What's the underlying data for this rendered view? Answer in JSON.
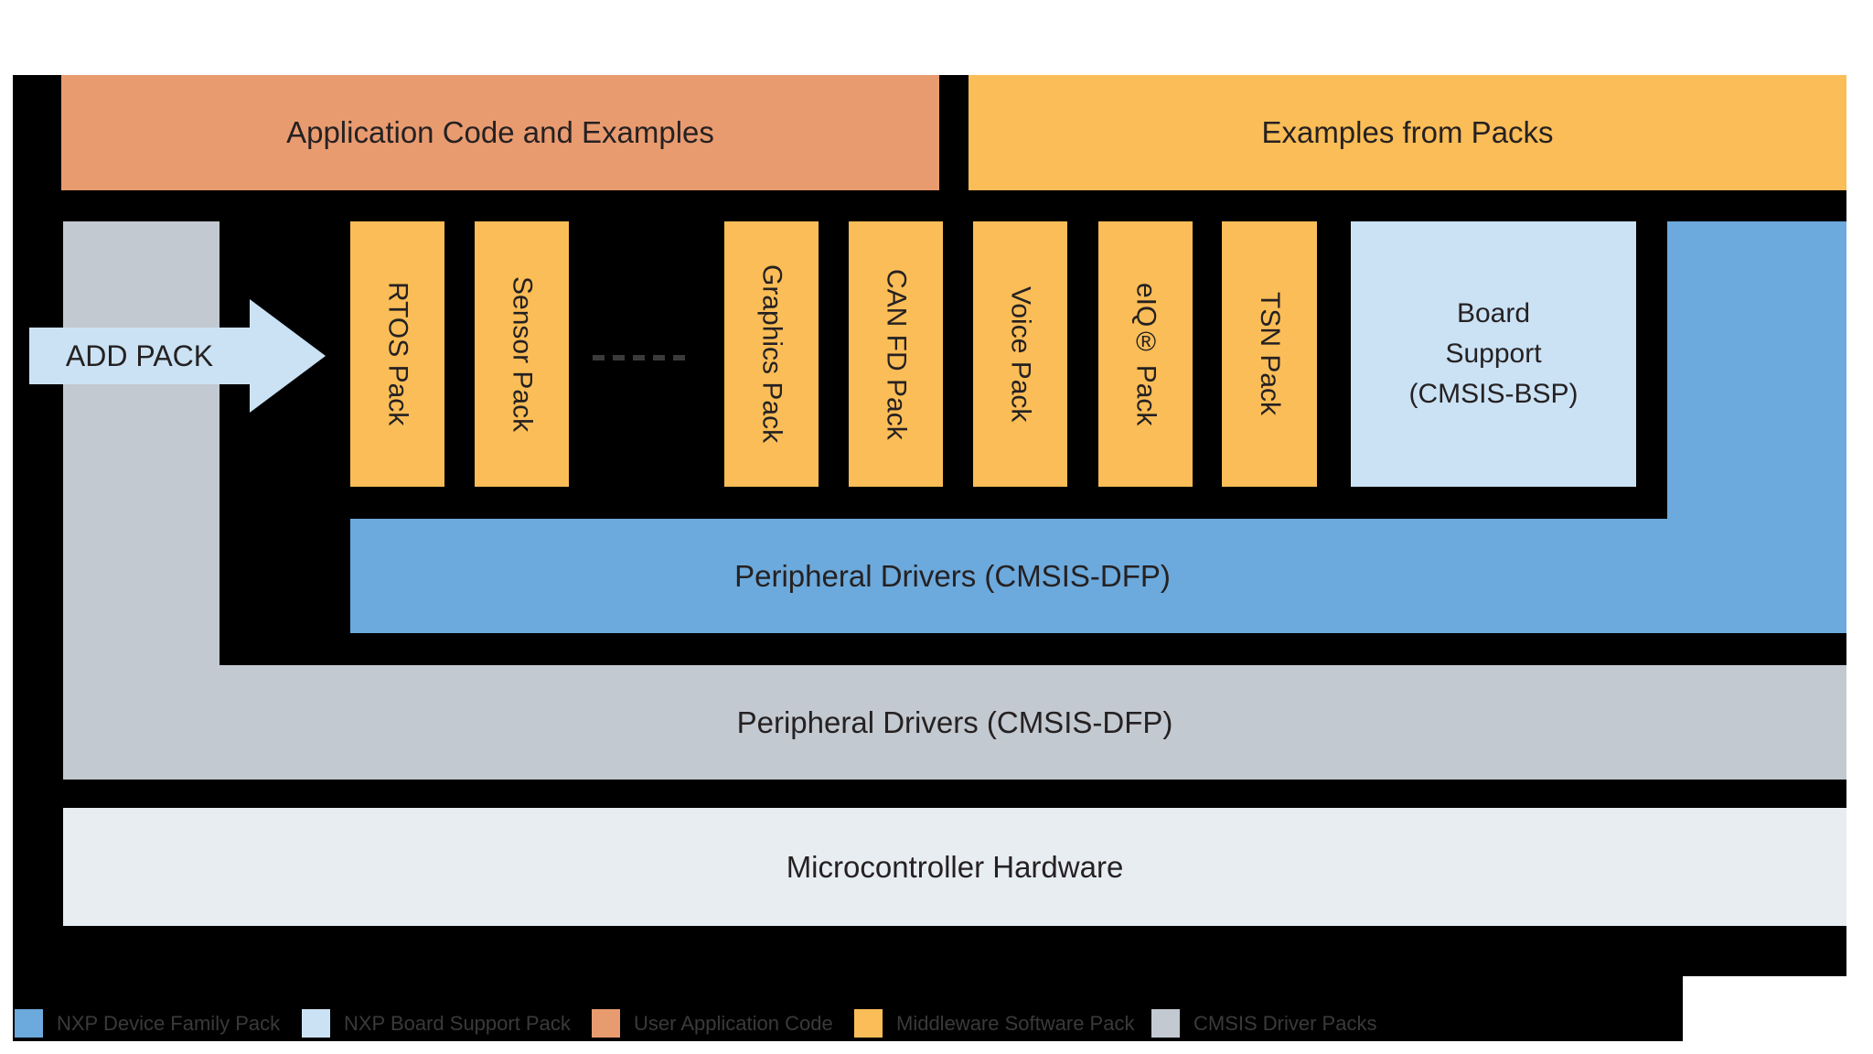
{
  "headers": {
    "app_code": "Application Code and Examples",
    "examples": "Examples from Packs"
  },
  "arrow": {
    "label": "ADD PACK"
  },
  "packs": [
    {
      "label": "RTOS Pack"
    },
    {
      "label": "Sensor Pack"
    },
    {
      "label": "Graphics Pack"
    },
    {
      "label": "CAN FD Pack"
    },
    {
      "label": "Voice Pack"
    },
    {
      "label": "eIQ® Pack"
    },
    {
      "label": "TSN Pack"
    }
  ],
  "board_support": {
    "label": "Board\nSupport\n(CMSIS-BSP)"
  },
  "bars": {
    "dfp_blue": "Peripheral Drivers (CMSIS-DFP)",
    "dfp_gray": "Peripheral Drivers (CMSIS-DFP)",
    "mcu": "Microcontroller Hardware"
  },
  "legend": {
    "items": [
      {
        "label": "NXP Device Family Pack",
        "color": "#6CA9DC"
      },
      {
        "label": "NXP Board Support Pack",
        "color": "#CBE2F4"
      },
      {
        "label": "User Application Code",
        "color": "#E99B70"
      },
      {
        "label": "Middleware Software Pack",
        "color": "#FBBD57"
      },
      {
        "label": "CMSIS Driver Packs",
        "color": "#C3C9D0"
      }
    ]
  },
  "colors": {
    "canvas_black": "#000000",
    "user_app_salmon": "#E99B70",
    "middleware_yellow": "#FBBD57",
    "device_family_blue": "#6CA9DC",
    "board_support_light_blue": "#CBE2F4",
    "cmsis_driver_gray": "#C3C9D0",
    "mcu_hardware_light": "#E8EDF2",
    "label_dark": "#252122",
    "legend_text_gray": "#3A3A3A"
  }
}
